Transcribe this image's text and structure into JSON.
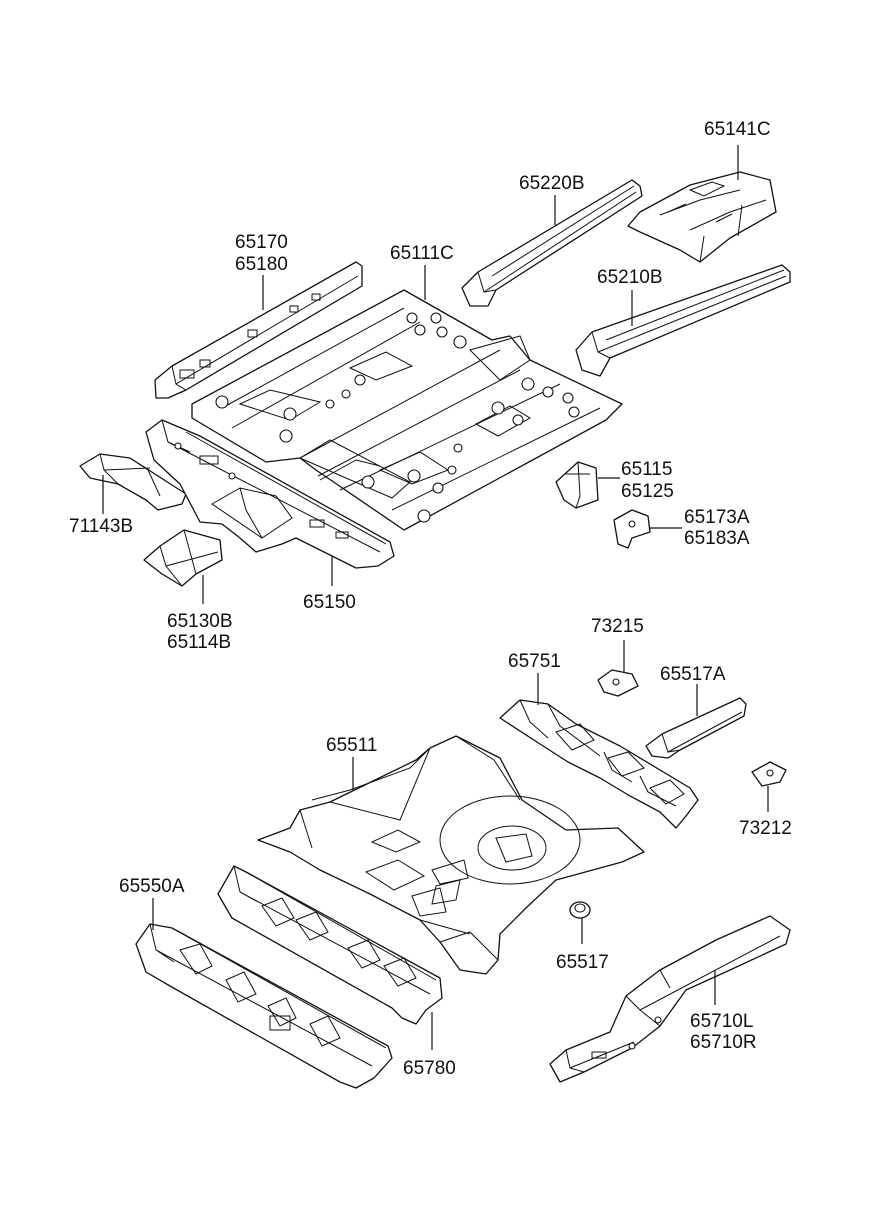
{
  "labels": {
    "l65141c": "65141C",
    "l65220b": "65220B",
    "l65170": "65170",
    "l65180": "65180",
    "l65111c": "65111C",
    "l65210b": "65210B",
    "l65115": "65115",
    "l65125": "65125",
    "l71143b": "71143B",
    "l65173a": "65173A",
    "l65183a": "65183A",
    "l65130b": "65130B",
    "l65114b": "65114B",
    "l65150": "65150",
    "l73215": "73215",
    "l65751": "65751",
    "l65517a": "65517A",
    "l65511": "65511",
    "l73212": "73212",
    "l65550a": "65550A",
    "l65517": "65517",
    "l65710l": "65710L",
    "l65710r": "65710R",
    "l65780": "65780"
  }
}
